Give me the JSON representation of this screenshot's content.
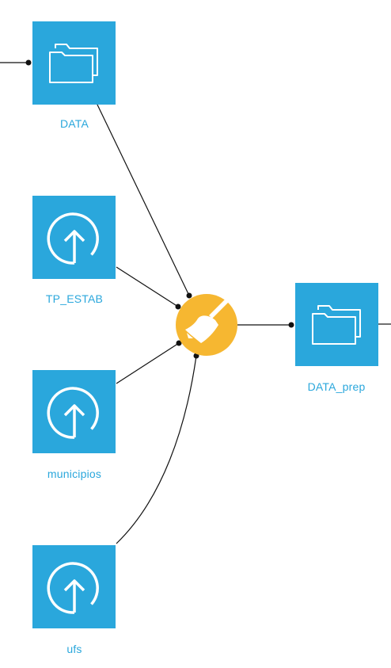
{
  "colors": {
    "node_fill": "#2aa7dc",
    "recipe_fill": "#f6b731",
    "icon_stroke": "#ffffff",
    "edge": "#111111",
    "label": "#2aa7dc"
  },
  "nodes": [
    {
      "id": "data",
      "label": "DATA",
      "icon": "folder-icon"
    },
    {
      "id": "tp-estab",
      "label": "TP_ESTAB",
      "icon": "upload-icon"
    },
    {
      "id": "municipios",
      "label": "municipios",
      "icon": "upload-icon"
    },
    {
      "id": "ufs",
      "label": "ufs",
      "icon": "upload-icon"
    },
    {
      "id": "data-prep",
      "label": "DATA_prep",
      "icon": "folder-icon"
    }
  ],
  "recipe": {
    "id": "prepare-recipe",
    "icon": "broom-icon"
  }
}
